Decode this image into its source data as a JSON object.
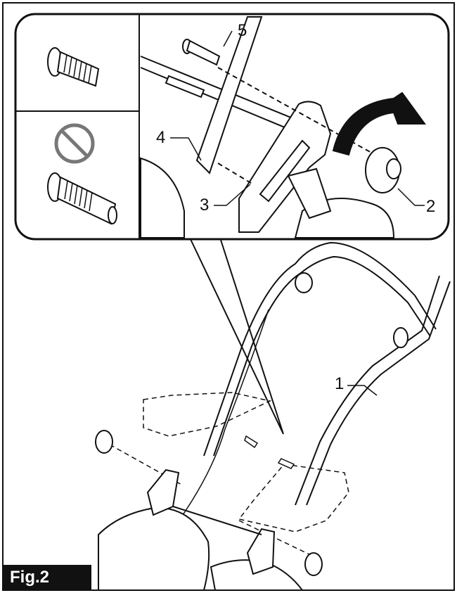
{
  "figure": {
    "label": "Fig.2",
    "callouts": {
      "n1": "1",
      "n2": "2",
      "n3": "3",
      "n4": "4",
      "n5": "5"
    }
  },
  "colors": {
    "line": "#111111",
    "fill": "#ffffff",
    "label_bg": "#111111",
    "label_text": "#ffffff"
  },
  "icons": {
    "correct_bolt": "bolt-icon",
    "prohibited": "prohibition-icon",
    "wrong_bolt": "bolt-icon"
  }
}
